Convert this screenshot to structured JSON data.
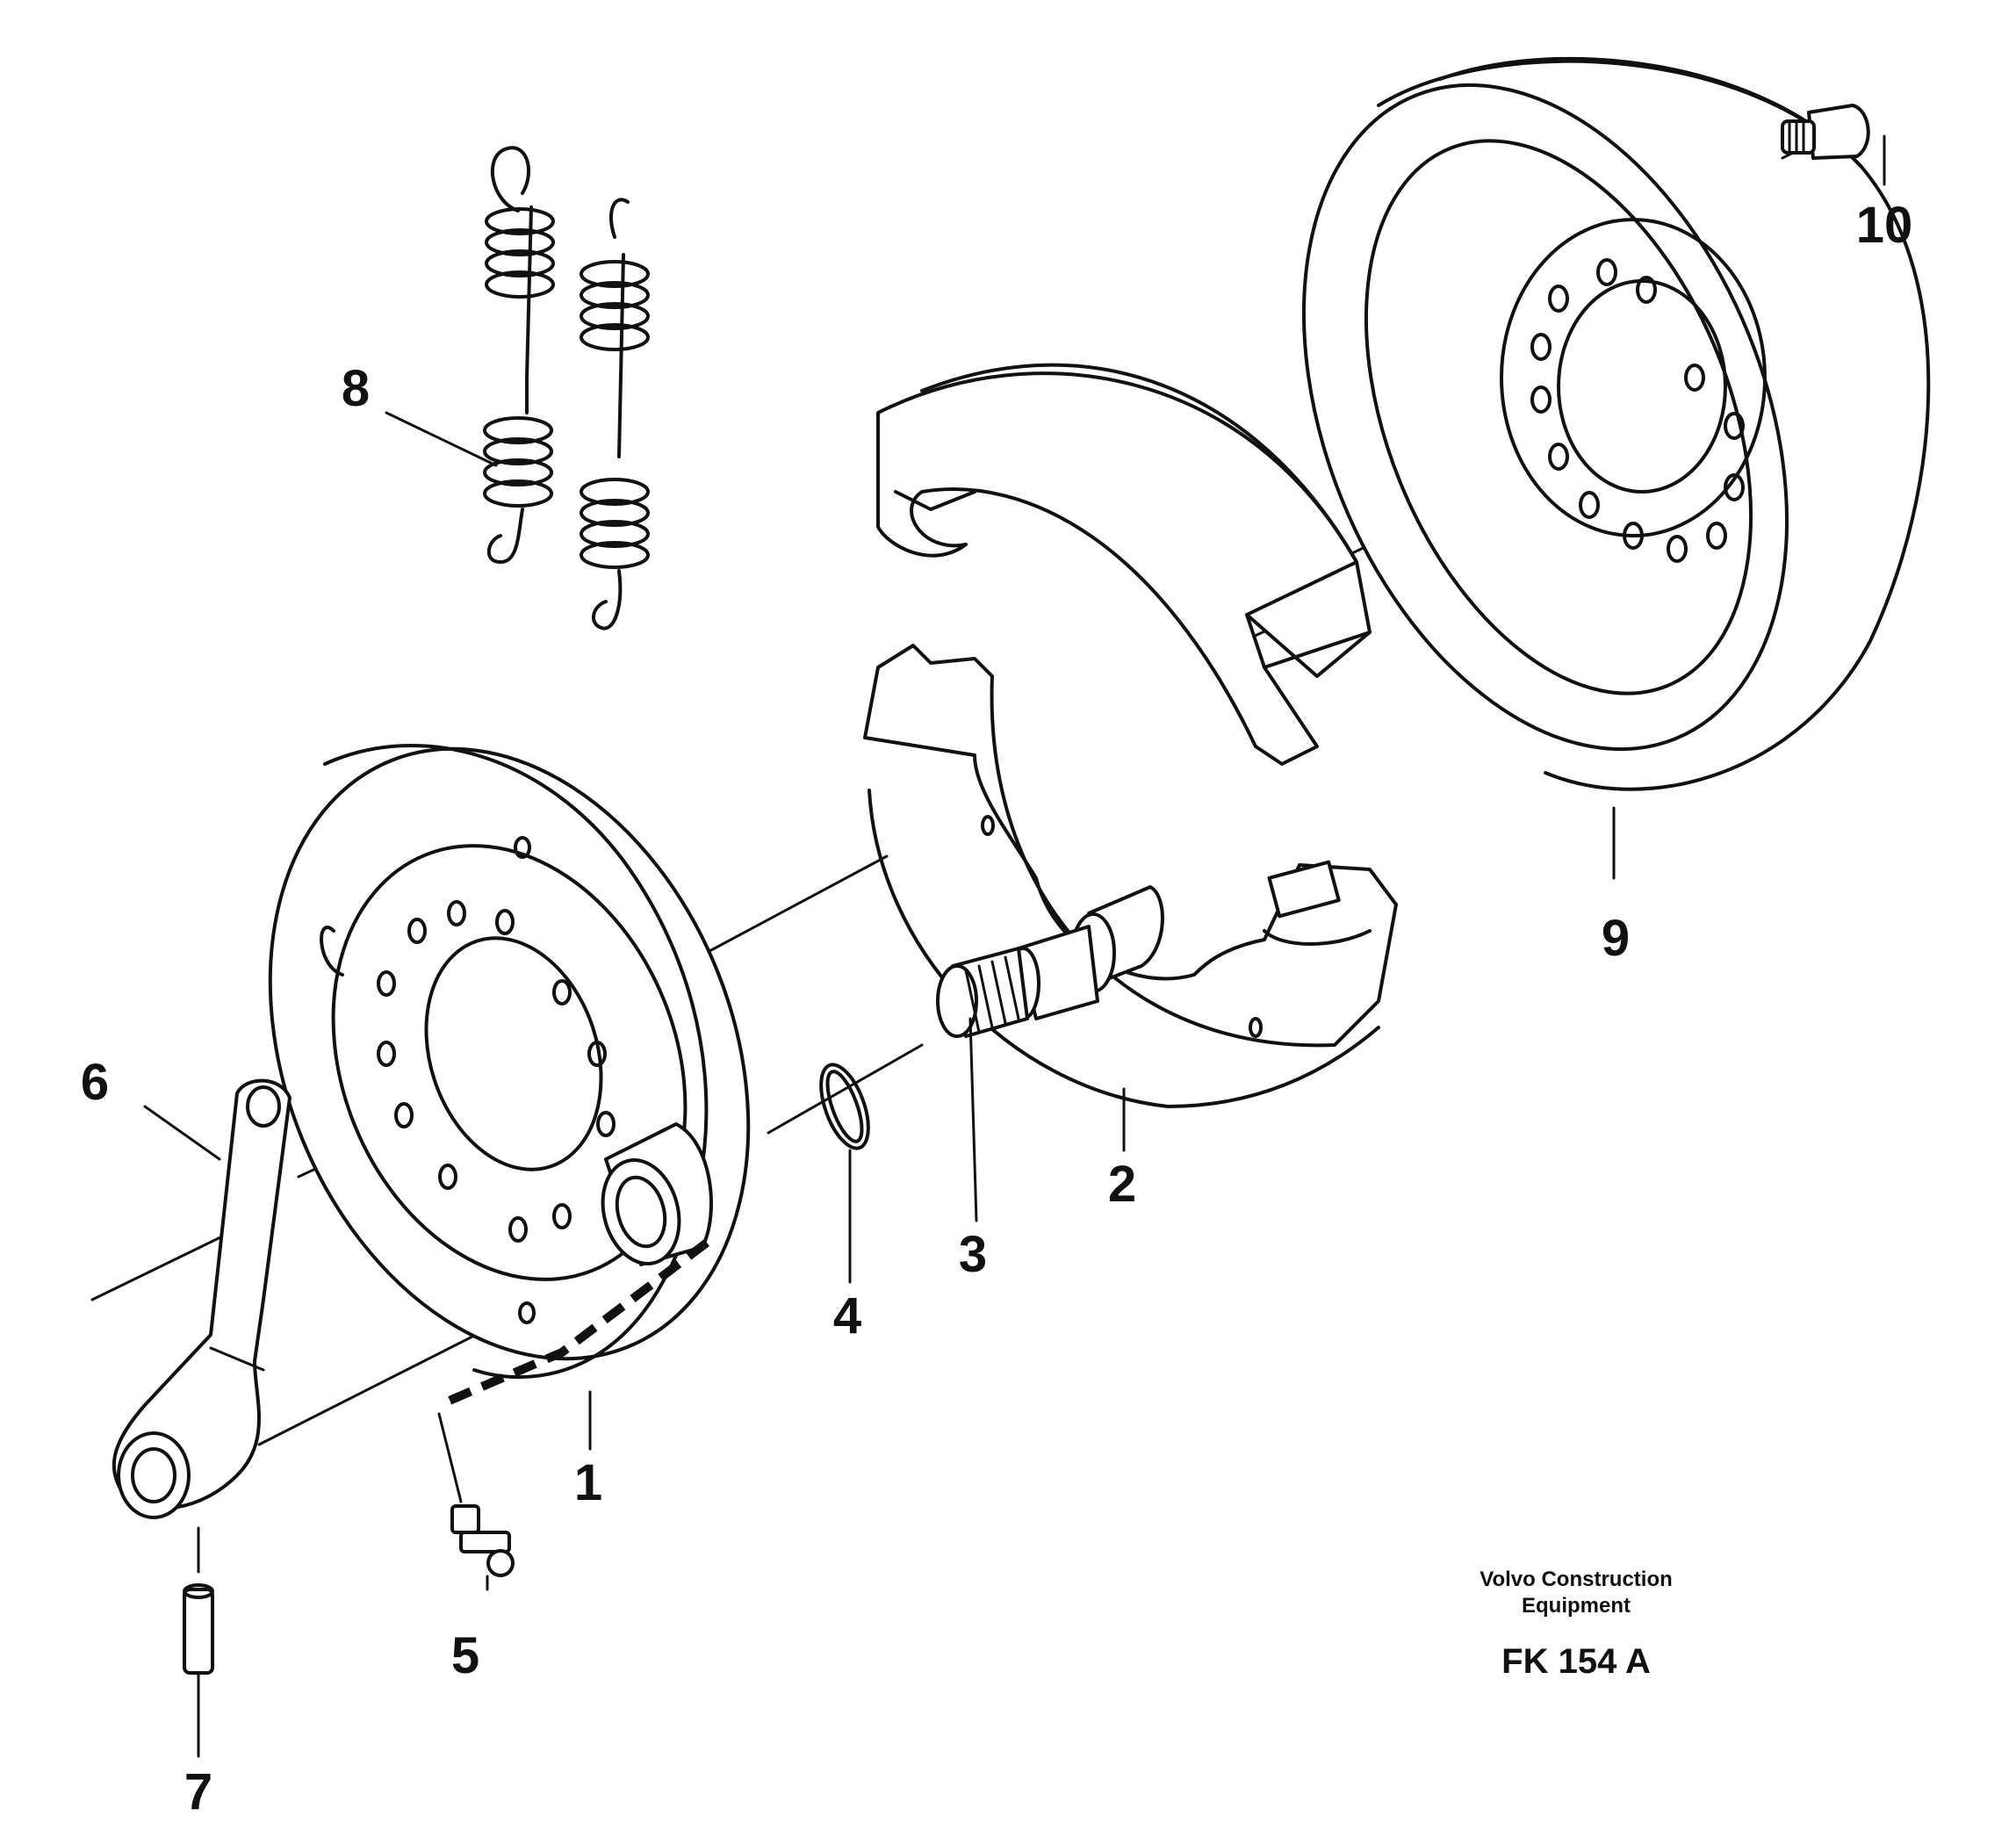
{
  "diagram": {
    "labels": {
      "p1": "1",
      "p2": "2",
      "p3": "3",
      "p4": "4",
      "p5": "5",
      "p6": "6",
      "p7": "7",
      "p8": "8",
      "p9": "9",
      "p10": "10"
    },
    "footer": {
      "maker_line1": "Volvo Construction",
      "maker_line2": "Equipment",
      "code": "FK 154 A"
    }
  }
}
